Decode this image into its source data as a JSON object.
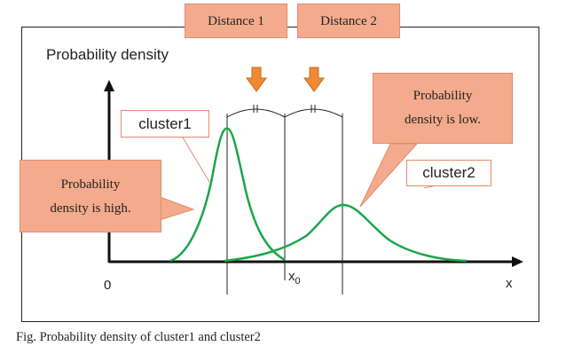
{
  "diagram": {
    "y_axis_label": "Probability density",
    "x_axis_label": "x",
    "origin_label": "0",
    "x0_label": "x",
    "x0_sub": "0"
  },
  "callouts": {
    "distance1": "Distance 1",
    "distance2": "Distance 2",
    "low": [
      "Probability",
      "density is low."
    ],
    "high": [
      "Probability",
      "density is high."
    ]
  },
  "clusters": {
    "cluster1": "cluster1",
    "cluster2": "cluster2"
  },
  "colors": {
    "curve": "#1aa64a",
    "callout_fill": "#f4ab8d",
    "arrow_fill": "#ee8a32"
  },
  "caption": "Fig. Probability density of cluster1 and cluster2"
}
